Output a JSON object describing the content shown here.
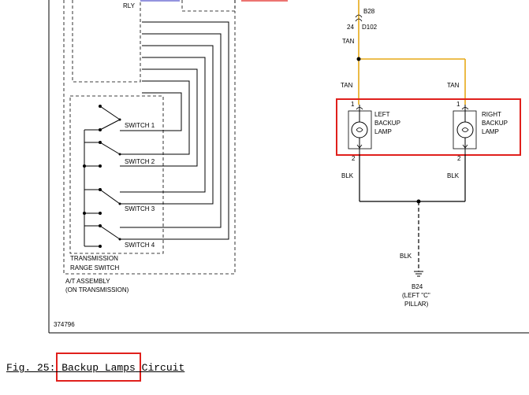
{
  "diagram": {
    "id_number": "374796",
    "relay_label": "RLY",
    "switches": [
      "SWITCH 1",
      "SWITCH 2",
      "SWITCH 3",
      "SWITCH 4"
    ],
    "range_switch_label": [
      "TRANSMISSION",
      "RANGE SWITCH"
    ],
    "assembly_label": [
      "A/T ASSEMBLY",
      "(ON TRANSMISSION)"
    ],
    "connector_b28": "B28",
    "pin_24": "24",
    "connector_d102": "D102",
    "wire_tan": "TAN",
    "wire_blk": "BLK",
    "pin_1": "1",
    "pin_2": "2",
    "left_lamp": [
      "LEFT",
      "BACKUP",
      "LAMP"
    ],
    "right_lamp": [
      "RIGHT",
      "BACKUP",
      "LAMP"
    ],
    "ground_b24": "B24",
    "ground_location": [
      "(LEFT \"C\"",
      "PILLAR)"
    ],
    "colors": {
      "tan_wire": "#e6a817",
      "highlight": "#e0201c",
      "relay_blue": "#5555cc",
      "relay_red": "#e0201c"
    }
  },
  "caption": {
    "prefix": "Fig. 25: ",
    "highlighted": "Backup Lamps",
    "suffix": " Circuit"
  }
}
